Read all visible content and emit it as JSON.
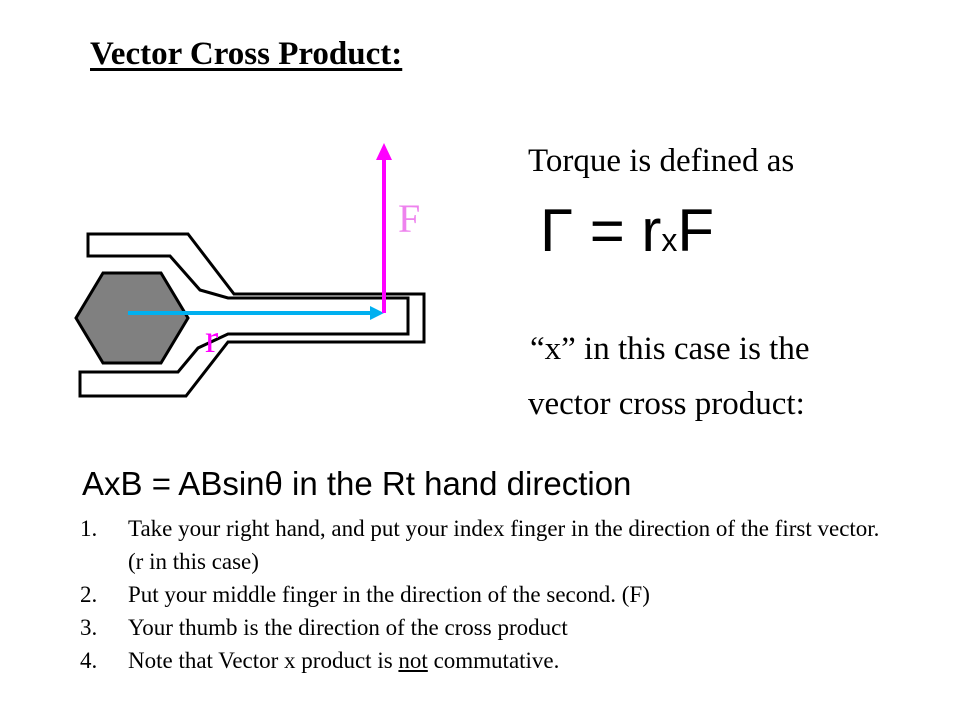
{
  "title": "Vector Cross Product:",
  "diagram": {
    "force_label": "F",
    "radius_label": "r",
    "colors": {
      "force": "#ff00ff",
      "force_label": "#ee82ee",
      "radius": "#00b0f0",
      "nut": "#808080"
    }
  },
  "torque": {
    "intro": "Torque is defined as",
    "symbol": "Γ = r",
    "cross": "x",
    "operand": "F"
  },
  "explanation": {
    "line1": "“x” in this case is the",
    "line2": "vector cross product:"
  },
  "rule": "AxB = ABsinθ in the Rt hand direction",
  "steps": [
    {
      "num": "1.",
      "text": "Take your right hand, and put your index finger in the direction of the first vector. (r in this case)"
    },
    {
      "num": "2.",
      "text": "Put your middle finger in the direction of the second. (F)"
    },
    {
      "num": "3.",
      "text": "Your thumb is the direction of the cross product"
    },
    {
      "num": "4.",
      "before": "Note that Vector x product is ",
      "emph": "not",
      "after": " commutative."
    }
  ]
}
